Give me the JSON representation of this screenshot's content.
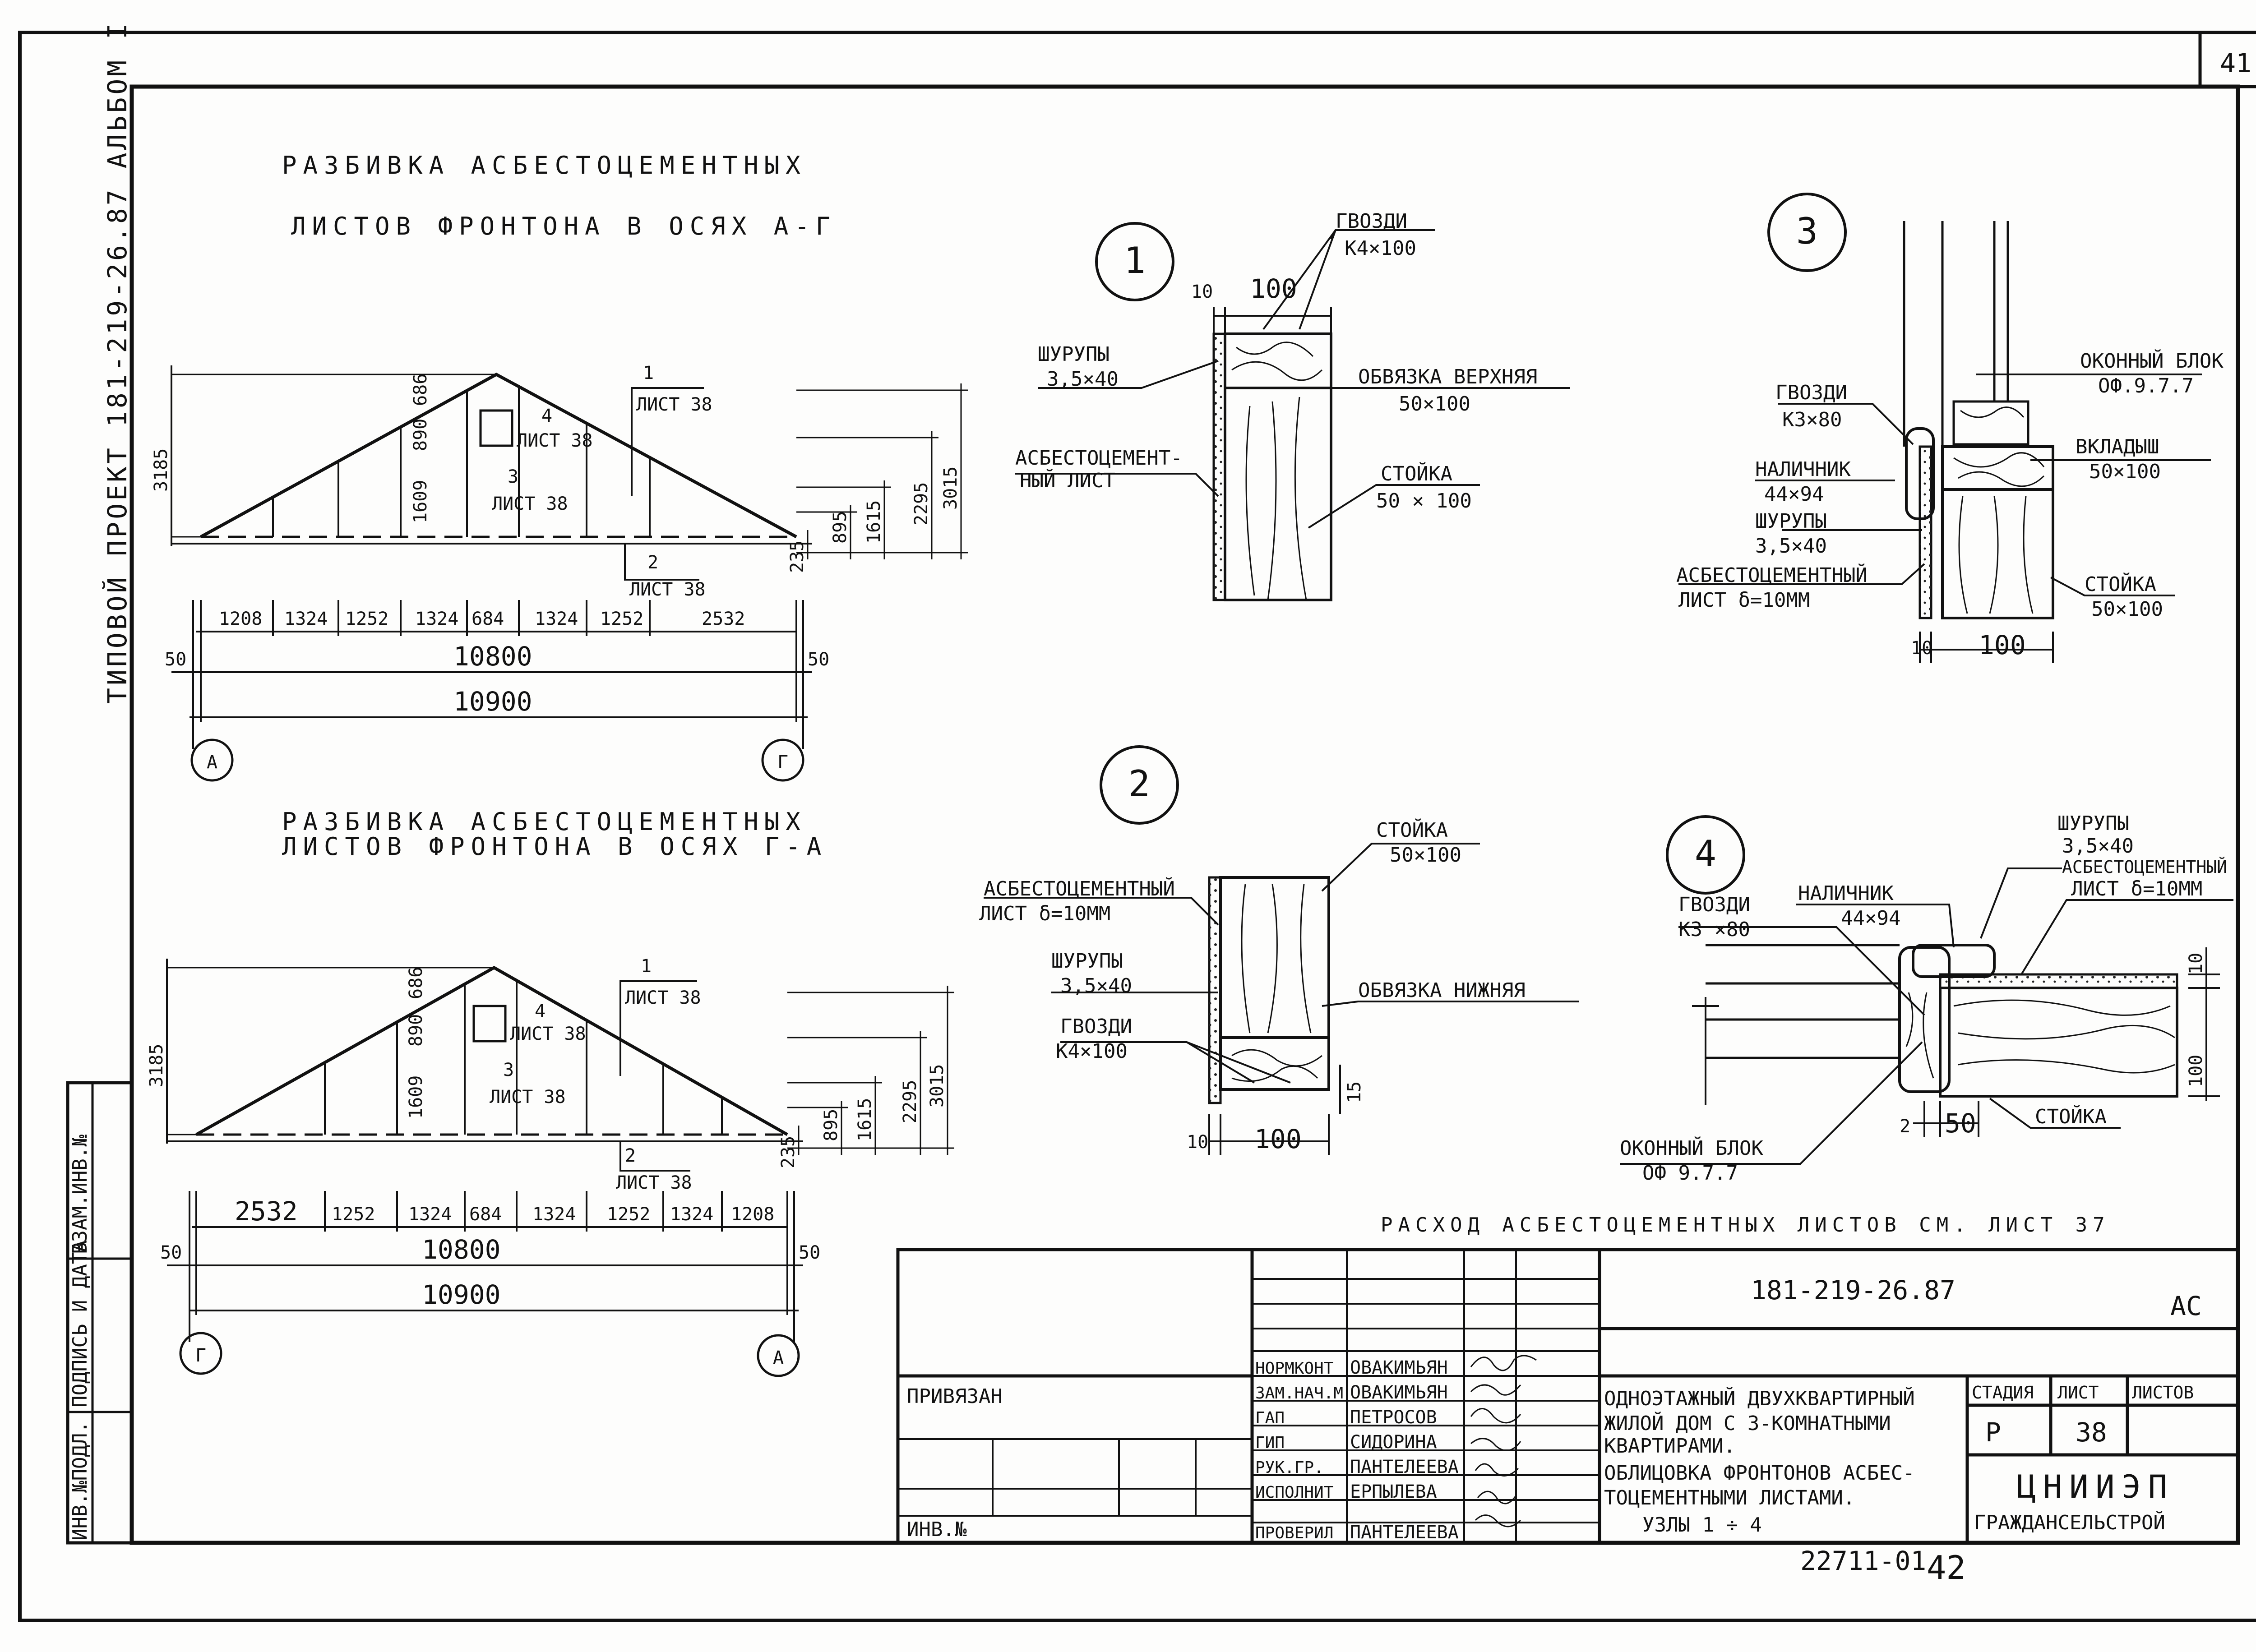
{
  "sheet": {
    "corner_number": "41",
    "project_label": "ТИПОВОЙ ПРОЕКТ 181-219-26.87 АЛЬБОМ I",
    "bottom_number": "22711-01",
    "page_number": "42"
  },
  "left_strip": {
    "inv_podl": "ИНВ.№ПОДЛ.",
    "podpis_data": "ПОДПИСЬ И ДАТА",
    "vzam_inv": "ВЗАМ.ИНВ.№"
  },
  "gable_top": {
    "title_line1": "РАЗБИВКА АСБЕСТОЦЕМЕНТНЫХ",
    "title_line2": "ЛИСТОВ ФРОНТОНА В ОСЯХ А-Г",
    "height": "3185",
    "dims_vertical": [
      "686",
      "890",
      "1609"
    ],
    "right_dims": [
      "3015",
      "2295",
      "1615",
      "895",
      "235"
    ],
    "sheet_1_num": "1",
    "sheet_1": "ЛИСТ 38",
    "sheet_2_num": "2",
    "sheet_2": "ЛИСТ 38",
    "sheet_3_num": "3",
    "sheet_3": "ЛИСТ 38",
    "sheet_4_num": "4",
    "sheet_4": "ЛИСТ 38",
    "bottom_dims": [
      "1208",
      "1324",
      "1252",
      "1324",
      "684",
      "1324",
      "1252",
      "2532"
    ],
    "overall_inner": "10800",
    "overall_outer": "10900",
    "offset_left": "50",
    "offset_right": "50",
    "axis_left": "А",
    "axis_right": "Г"
  },
  "gable_bottom": {
    "title_line1": "РАЗБИВКА АСБЕСТОЦЕМЕНТНЫХ",
    "title_line2": "ЛИСТОВ ФРОНТОНА В ОСЯХ Г-А",
    "height": "3185",
    "dims_vertical": [
      "686",
      "890",
      "1609"
    ],
    "right_dims": [
      "3015",
      "2295",
      "1615",
      "895",
      "235"
    ],
    "sheet_1_num": "1",
    "sheet_1": "ЛИСТ 38",
    "sheet_2_num": "2",
    "sheet_2": "ЛИСТ 38",
    "sheet_3_num": "3",
    "sheet_3": "ЛИСТ 38",
    "sheet_4_num": "4",
    "sheet_4": "ЛИСТ 38",
    "bottom_dims": [
      "2532",
      "1252",
      "1324",
      "684",
      "1324",
      "1252",
      "1324",
      "1208"
    ],
    "overall_inner": "10800",
    "overall_outer": "10900",
    "offset_left": "50",
    "offset_right": "50",
    "axis_left": "Г",
    "axis_right": "А"
  },
  "node1": {
    "num": "1",
    "nails": "ГВОЗДИ",
    "nails_size": "К4×100",
    "screws": "ШУРУПЫ",
    "screws_size": "3,5×40",
    "top_plate": "ОБВЯЗКА ВЕРХНЯЯ",
    "top_plate_size": "50×100",
    "sheet": "АСБЕСТОЦЕМЕНТ-",
    "sheet2": "НЫЙ ЛИСТ",
    "post": "СТОЙКА",
    "post_size": "50 × 100",
    "dim_a": "10",
    "dim_b": "100"
  },
  "node2": {
    "num": "2",
    "post": "СТОЙКА",
    "post_size": "50×100",
    "sheet": "АСБЕСТОЦЕМЕНТНЫЙ",
    "sheet2": "ЛИСТ δ=10ММ",
    "screws": "ШУРУПЫ",
    "screws_size": "3,5×40",
    "bottom_plate": "ОБВЯЗКА НИЖНЯЯ",
    "nails": "ГВОЗДИ",
    "nails_size": "К4×100",
    "dim_v": "15",
    "dim_a": "10",
    "dim_b": "100"
  },
  "node3": {
    "num": "3",
    "window": "ОКОННЫЙ БЛОК",
    "window_code": "ОФ.9.7.7",
    "nails": "ГВОЗДИ",
    "nails_size": "К3×80",
    "insert": "ВКЛАДЫШ",
    "insert_size": "50×100",
    "casing": "НАЛИЧНИК",
    "casing_size": "44×94",
    "screws": "ШУРУПЫ",
    "screws_size": "3,5×40",
    "sheet": "АСБЕСТОЦЕМЕНТНЫЙ",
    "sheet2": "ЛИСТ δ=10ММ",
    "post": "СТОЙКА",
    "post_size": "50×100",
    "dim_a": "10",
    "dim_b": "100"
  },
  "node4": {
    "num": "4",
    "screws": "ШУРУПЫ",
    "screws_size": "3,5×40",
    "sheet": "АСБЕСТОЦЕМЕНТНЫЙ",
    "sheet2": "ЛИСТ δ=10ММ",
    "nails": "ГВОЗДИ",
    "nails_size": "К3 ×80",
    "casing": "НАЛИЧНИК",
    "casing_size": "44×94",
    "window": "ОКОННЫЙ БЛОК",
    "window_code": "ОФ 9.7.7",
    "post": "СТОЙКА",
    "dim_v1": "10",
    "dim_v2": "100",
    "dim_a": "2",
    "dim_b": "50"
  },
  "consumption_note": "РАСХОД АСБЕСТОЦЕМЕНТНЫХ ЛИСТОВ СМ. ЛИСТ 37",
  "title_block": {
    "doc_code": "181-219-26.87",
    "mark": "АС",
    "bound": "ПРИВЯЗАН",
    "inv_no": "ИНВ.№",
    "roles": [
      {
        "role": "НОРМКОНТ",
        "name": "ОВАКИМЬЯН"
      },
      {
        "role": "ЗАМ.НАЧ.М",
        "name": "ОВАКИМЬЯН"
      },
      {
        "role": "ГАП",
        "name": "ПЕТРОСОВ"
      },
      {
        "role": "ГИП",
        "name": "СИДОРИНА"
      },
      {
        "role": "РУК.ГР.",
        "name": "ПАНТЕЛЕЕВА"
      },
      {
        "role": "ИСПОЛНИТ",
        "name": "ЕРПЫЛЕВА"
      },
      {
        "role": "ПРОВЕРИЛ",
        "name": "ПАНТЕЛЕЕВА"
      }
    ],
    "building_line1": "ОДНОЭТАЖНЫЙ ДВУХКВАРТИРНЫЙ",
    "building_line2": "ЖИЛОЙ ДОМ С 3-КОМНАТНЫМИ",
    "building_line3": "КВАРТИРАМИ.",
    "sheet_title_line1": "ОБЛИЦОВКА ФРОНТОНОВ АСБЕС-",
    "sheet_title_line2": "ТОЦЕМЕНТНЫМИ ЛИСТАМИ.",
    "sheet_title_line3": "УЗЛЫ 1 ÷ 4",
    "stage_label": "СТАДИЯ",
    "sheet_label": "ЛИСТ",
    "sheets_label": "ЛИСТОВ",
    "stage": "Р",
    "sheet": "38",
    "org_line1": "ЦНИИЭП",
    "org_line2": "ГРАЖДАНСЕЛЬСТРОЙ"
  }
}
